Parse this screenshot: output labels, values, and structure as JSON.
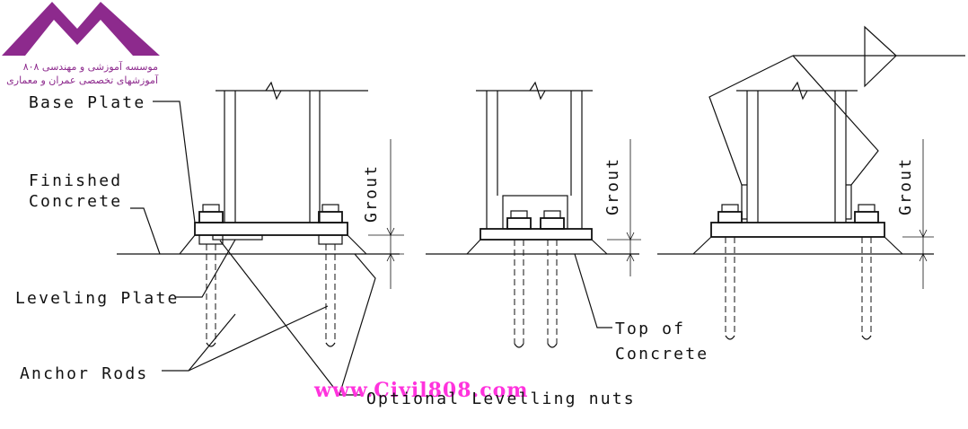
{
  "logo": {
    "brand_color": "#8d2a8d",
    "line1": "موسسه آموزشی و مهندسی ۸۰۸",
    "line2": "آموزشهای تخصصی عمران و معماری"
  },
  "labels": {
    "base_plate": "Base Plate",
    "finished_concrete_1": "Finished",
    "finished_concrete_2": "Concrete",
    "leveling_plate": "Leveling Plate",
    "anchor_rods": "Anchor Rods",
    "optional_leveling_nuts": "Optional Levelling nuts",
    "top_of_concrete_1": "Top of",
    "top_of_concrete_2": "Concrete",
    "grout_left": "Grout",
    "grout_middle": "Grout",
    "grout_right": "Grout"
  },
  "watermark": {
    "text": "www.Civil808.com",
    "color": "#ff33dd"
  }
}
